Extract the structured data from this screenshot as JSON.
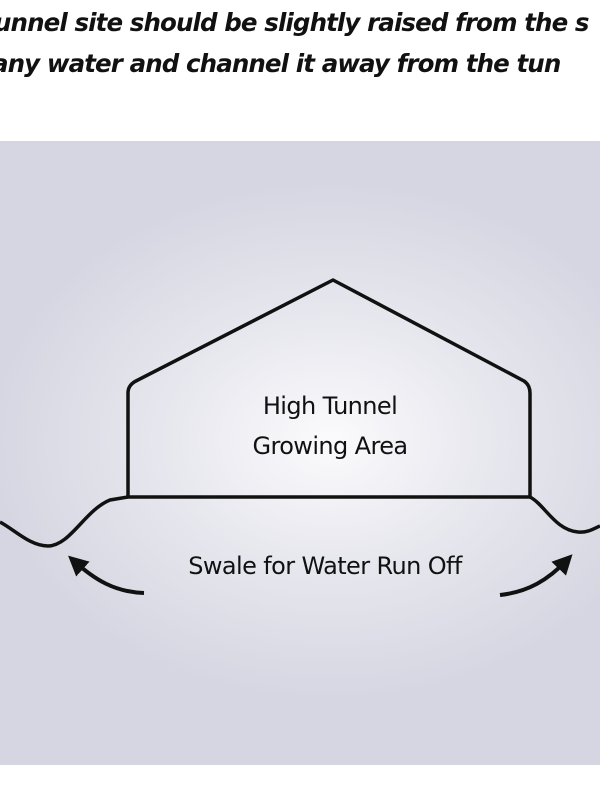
{
  "caption": {
    "line1": "unnel site should be slightly raised from the s",
    "line2": "any water and channel it away from the tun"
  },
  "diagram": {
    "tunnel_label_line1": "High Tunnel",
    "tunnel_label_line2": "Growing Area",
    "swale_label": "Swale for Water Run Off"
  }
}
